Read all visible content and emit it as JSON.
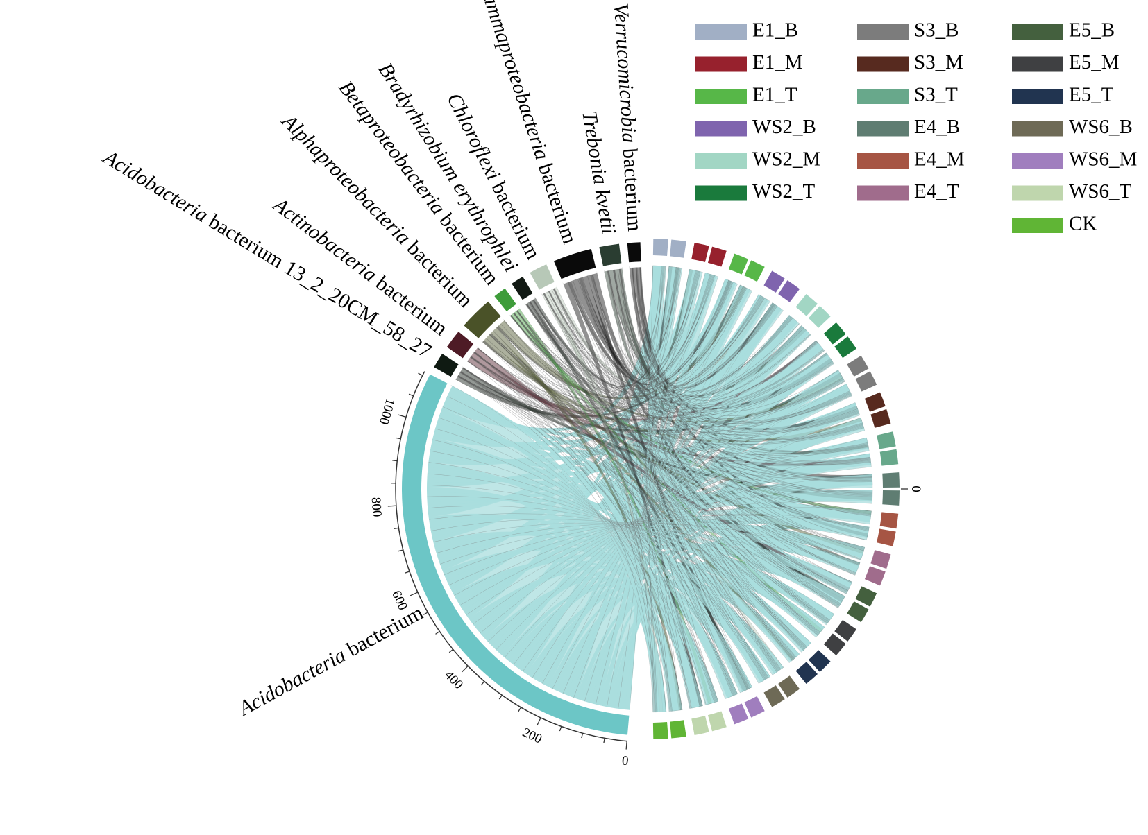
{
  "chart_data": {
    "type": "chord",
    "taxa": [
      {
        "name_italic": "Acidobacteria",
        "name_rest": " bacterium",
        "value": 1110,
        "color": "#6cc6c6"
      },
      {
        "name_italic": "Acidobacteria",
        "name_rest": " bacterium 13_2_20CM_58_27",
        "value": 36,
        "color": "#0f1a12"
      },
      {
        "name_italic": "Actinobacteria",
        "name_rest": " bacterium",
        "value": 44,
        "color": "#4e1b26"
      },
      {
        "name_italic": "Alphaproteobacteria",
        "name_rest": " bacterium",
        "value": 78,
        "color": "#4a5228"
      },
      {
        "name_italic": "Betaproteobacteria",
        "name_rest": " bacterium",
        "value": 30,
        "color": "#3e9c3a"
      },
      {
        "name_italic": "Bradyrhizobium erythrophlei",
        "name_rest": "",
        "value": 30,
        "color": "#121a14"
      },
      {
        "name_italic": "Chloroflexi",
        "name_rest": " bacterium",
        "value": 42,
        "color": "#b7c8b7"
      },
      {
        "name_italic": "Gammaproteobacteria",
        "name_rest": " bacterium",
        "value": 90,
        "color": "#0a0a0a"
      },
      {
        "name_italic": "Trebonia kvetii",
        "name_rest": "",
        "value": 46,
        "color": "#2a3d31"
      },
      {
        "name_italic": "Verrucomicrobia",
        "name_rest": " bacterium",
        "value": 30,
        "color": "#0a0a0a"
      }
    ],
    "samples": [
      {
        "name": "E1_B",
        "color": "#a1afc5"
      },
      {
        "name": "E1_M",
        "color": "#97212d"
      },
      {
        "name": "E1_T",
        "color": "#57b748"
      },
      {
        "name": "WS2_B",
        "color": "#7f64ae"
      },
      {
        "name": "WS2_M",
        "color": "#a2d6c4"
      },
      {
        "name": "WS2_T",
        "color": "#1a7a3c"
      },
      {
        "name": "S3_B",
        "color": "#7c7c7c"
      },
      {
        "name": "S3_M",
        "color": "#572a1f"
      },
      {
        "name": "S3_T",
        "color": "#68a88b"
      },
      {
        "name": "E4_B",
        "color": "#5f7d72"
      },
      {
        "name": "E4_M",
        "color": "#a65544"
      },
      {
        "name": "E4_T",
        "color": "#a06c8c"
      },
      {
        "name": "E5_B",
        "color": "#44603e"
      },
      {
        "name": "E5_M",
        "color": "#3f4042"
      },
      {
        "name": "E5_T",
        "color": "#213450"
      },
      {
        "name": "WS6_B",
        "color": "#6e6a56"
      },
      {
        "name": "WS6_M",
        "color": "#a07ebe"
      },
      {
        "name": "WS6_T",
        "color": "#bfd6ad"
      },
      {
        "name": "CK",
        "color": "#60b535"
      }
    ],
    "axis_ticks": [
      0,
      200,
      400,
      600,
      800,
      1000
    ],
    "axis_ticks_right": [
      0
    ]
  }
}
